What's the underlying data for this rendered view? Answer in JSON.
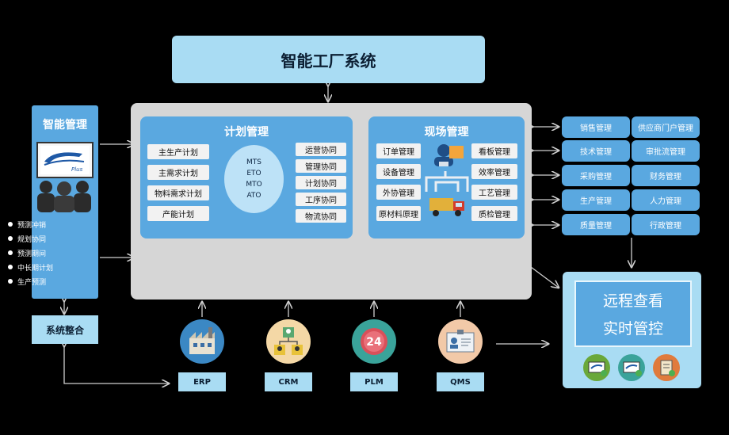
{
  "title": "智能工厂系统",
  "plan": {
    "title": "计划管理",
    "left_items": [
      "主生产计划",
      "主需求计划",
      "物料需求计划",
      "产能计划"
    ],
    "strategies": [
      "MTS",
      "ETO",
      "MTO",
      "ATO"
    ],
    "right_items": [
      "运营协同",
      "管理协同",
      "计划协同",
      "工序协同",
      "物流协同"
    ]
  },
  "site": {
    "title": "现场管理",
    "left_items": [
      "订单管理",
      "设备管理",
      "外协管理",
      "原材料原理"
    ],
    "right_items": [
      "看板管理",
      "效率管理",
      "工艺管理",
      "质检管理"
    ]
  },
  "smart": {
    "title": "智能管理",
    "logo_text": "Plus",
    "bullets": [
      "预测冲销",
      "规划协同",
      "预测期间",
      "中长期计划",
      "生产预测"
    ]
  },
  "integration": "系统整合",
  "right_modules": [
    [
      "销售管理",
      "供应商门户管理"
    ],
    [
      "技术管理",
      "审批流管理"
    ],
    [
      "采购管理",
      "财务管理"
    ],
    [
      "生产管理",
      "人力管理"
    ],
    [
      "质量管理",
      "行政管理"
    ]
  ],
  "remote": {
    "line1": "远程查看",
    "line2": "实时管控"
  },
  "systems": [
    {
      "label": "ERP",
      "icon": "factory-icon",
      "color": "#3b88c4"
    },
    {
      "label": "CRM",
      "icon": "org-chart-icon",
      "color": "#f4d8a6"
    },
    {
      "label": "PLM",
      "icon": "24h-cycle-icon",
      "color": "#3aa39a"
    },
    {
      "label": "QMS",
      "icon": "id-card-icon",
      "color": "#f2c9a8"
    }
  ],
  "colors": {
    "panel_blue": "#5aa8e0",
    "light_blue": "#a9dcf3",
    "grey": "#d6d6d6",
    "background": "#000000"
  }
}
